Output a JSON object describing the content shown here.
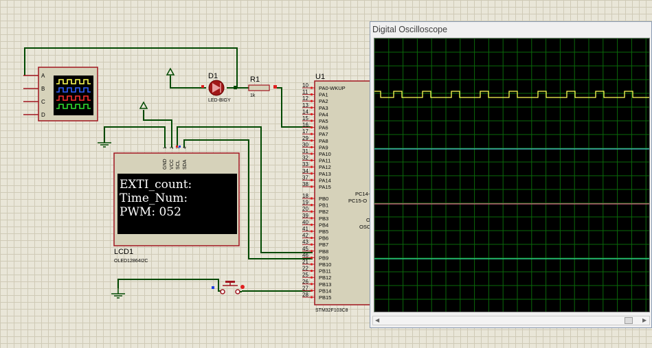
{
  "schematic": {
    "oscilloscope": {
      "channels": [
        "A",
        "B",
        "C",
        "D"
      ]
    },
    "led": {
      "ref": "D1",
      "part": "LED-BIGY"
    },
    "resistor": {
      "ref": "R1",
      "value": "1k"
    },
    "mcu": {
      "ref": "U1",
      "part": "STM32F103C8",
      "left_pins": [
        {
          "num": "10",
          "name": "PA0-WKUP"
        },
        {
          "num": "11",
          "name": "PA1"
        },
        {
          "num": "12",
          "name": "PA2"
        },
        {
          "num": "13",
          "name": "PA3"
        },
        {
          "num": "14",
          "name": "PA4"
        },
        {
          "num": "15",
          "name": "PA5"
        },
        {
          "num": "16",
          "name": "PA6"
        },
        {
          "num": "17",
          "name": "PA7"
        },
        {
          "num": "29",
          "name": "PA8"
        },
        {
          "num": "30",
          "name": "PA9"
        },
        {
          "num": "31",
          "name": "PA10"
        },
        {
          "num": "32",
          "name": "PA11"
        },
        {
          "num": "33",
          "name": "PA12"
        },
        {
          "num": "34",
          "name": "PA13"
        },
        {
          "num": "37",
          "name": "PA14"
        },
        {
          "num": "38",
          "name": "PA15"
        },
        {
          "num": "18",
          "name": "PB0"
        },
        {
          "num": "19",
          "name": "PB1"
        },
        {
          "num": "20",
          "name": "PB2"
        },
        {
          "num": "39",
          "name": "PB3"
        },
        {
          "num": "40",
          "name": "PB4"
        },
        {
          "num": "41",
          "name": "PB5"
        },
        {
          "num": "42",
          "name": "PB6"
        },
        {
          "num": "43",
          "name": "PB7"
        },
        {
          "num": "45",
          "name": "PB8"
        },
        {
          "num": "46",
          "name": "PB9"
        },
        {
          "num": "21",
          "name": "PB10"
        },
        {
          "num": "22",
          "name": "PB11"
        },
        {
          "num": "25",
          "name": "PB12"
        },
        {
          "num": "26",
          "name": "PB13"
        },
        {
          "num": "27",
          "name": "PB14"
        },
        {
          "num": "28",
          "name": "PB15"
        }
      ],
      "right_pins": [
        "PC14-",
        "PC15-O",
        "O",
        "OSC"
      ]
    },
    "lcd": {
      "ref": "LCD1",
      "part": "OLED12864I2C",
      "pins": [
        {
          "num": "1",
          "name": "GND"
        },
        {
          "num": "2",
          "name": "VCC"
        },
        {
          "num": "3",
          "name": "SCL"
        },
        {
          "num": "4",
          "name": "SDA"
        }
      ],
      "lines": [
        "EXTI_count:",
        "Time_Num:",
        "PWM: 052"
      ]
    }
  },
  "oscilloscope_window": {
    "title": "Digital Oscilloscope",
    "traces": [
      {
        "channel": "A",
        "color": "#ffff55",
        "type": "square",
        "high": "132",
        "low": "141",
        "start": "543",
        "first_edge": "572",
        "period": "42",
        "high_width": "12"
      },
      {
        "channel": "B",
        "color": "#4cc8d8",
        "type": "flat",
        "y": "216"
      },
      {
        "channel": "C",
        "color": "#e0708c",
        "type": "flat",
        "y": "296"
      },
      {
        "channel": "D",
        "color": "#30e0a0",
        "type": "flat",
        "y": "376"
      }
    ]
  },
  "colors": {
    "wire": "#004800",
    "component": "#a0141e",
    "body_fill": "#d6d2ba",
    "grid": "#0a6a0a",
    "oled_text": "#ffffff"
  }
}
